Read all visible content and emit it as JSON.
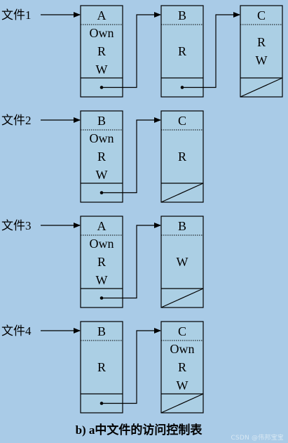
{
  "files": [
    {
      "label": "文件1",
      "entries": [
        {
          "name": "A",
          "rights": [
            "Own",
            "R",
            "W"
          ]
        },
        {
          "name": "B",
          "rights": [
            "R"
          ]
        },
        {
          "name": "C",
          "rights": [
            "R",
            "W"
          ]
        }
      ]
    },
    {
      "label": "文件2",
      "entries": [
        {
          "name": "B",
          "rights": [
            "Own",
            "R",
            "W"
          ]
        },
        {
          "name": "C",
          "rights": [
            "R"
          ]
        }
      ]
    },
    {
      "label": "文件3",
      "entries": [
        {
          "name": "A",
          "rights": [
            "Own",
            "R",
            "W"
          ]
        },
        {
          "name": "B",
          "rights": [
            "W"
          ]
        }
      ]
    },
    {
      "label": "文件4",
      "entries": [
        {
          "name": "B",
          "rights": [
            "R"
          ]
        },
        {
          "name": "C",
          "rights": [
            "Own",
            "R",
            "W"
          ]
        }
      ]
    }
  ],
  "caption": "b) a中文件的访问控制表",
  "watermark": "CSDN @伟邦宝宝"
}
